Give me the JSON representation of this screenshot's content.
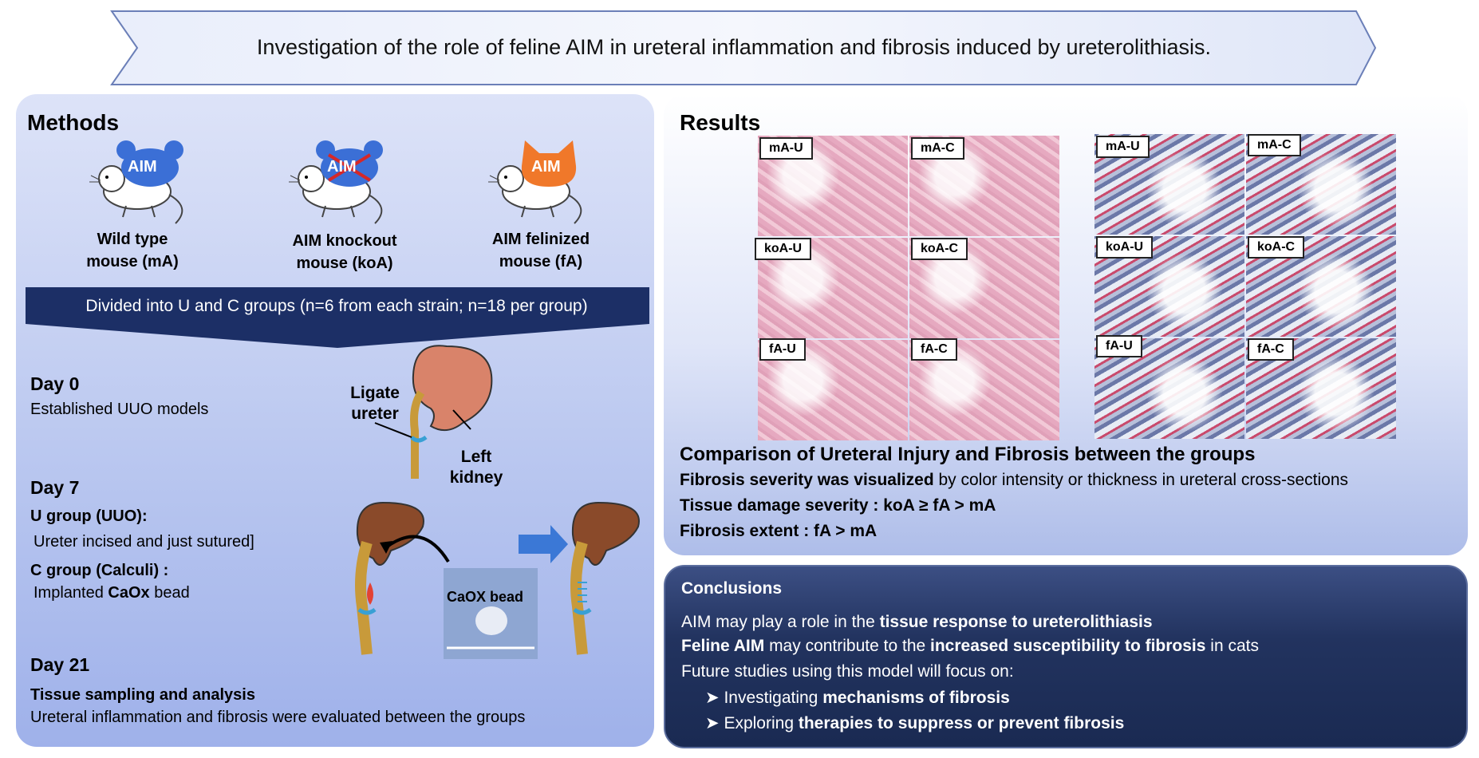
{
  "banner": {
    "title": "Investigation of the role of feline AIM in ureteral inflammation and fibrosis induced by ureterolithiasis."
  },
  "methods": {
    "title": "Methods",
    "mice": [
      {
        "badge": "AIM",
        "line1": "Wild type",
        "line2": "mouse (mA)",
        "color": "#3b6fd6"
      },
      {
        "badge": "AIM",
        "line1": "AIM knockout",
        "line2": "mouse (koA)",
        "color": "#3b6fd6"
      },
      {
        "badge": "AIM",
        "line1": "AIM felinized",
        "line2": "mouse (fA)",
        "color": "#f0782a"
      }
    ],
    "groups_text": "Divided into U and C groups (n=6 from each strain; n=18 per group)",
    "day0": {
      "title": "Day 0",
      "text": "Established UUO models"
    },
    "day7": {
      "title": "Day 7",
      "u_title": "U group (UUO):",
      "u_text": "Ureter incised and just sutured]",
      "c_title": "C group (Calculi) :",
      "c_text_pre": "Implanted ",
      "c_text_bold": "CaOx",
      "c_text_post": " bead"
    },
    "day21": {
      "title": "Day 21",
      "subtitle": "Tissue sampling and analysis",
      "text": "Ureteral inflammation and fibrosis were evaluated between the groups"
    },
    "diagram": {
      "ligate_line1": "Ligate",
      "ligate_line2": "ureter",
      "kidney_line1": "Left",
      "kidney_line2": "kidney",
      "bead_label": "CaOX bead"
    }
  },
  "results": {
    "title": "Results",
    "he_labels": [
      "mA-U",
      "mA-C",
      "koA-U",
      "koA-C",
      "fA-U",
      "fA-C"
    ],
    "tri_labels": [
      "mA-U",
      "mA-C",
      "koA-U",
      "koA-C",
      "fA-U",
      "fA-C"
    ],
    "comparison_title": "Comparison of Ureteral Injury and Fibrosis between the groups",
    "line1_bold": "Fibrosis severity was visualized",
    "line1_rest": " by color intensity or thickness in ureteral cross-sections",
    "line2": "Tissue damage severity : koA ≥ fA > mA",
    "line3": "Fibrosis extent : fA > mA"
  },
  "conclusions": {
    "title": "Conclusions",
    "l1_pre": "AIM may play a role in the ",
    "l1_bold": "tissue response to ureterolithiasis",
    "l2_bold1": "Feline AIM",
    "l2_mid": " may contribute to the ",
    "l2_bold2": "increased susceptibility to fibrosis",
    "l2_post": " in cats",
    "l3": "Future studies using this model will focus on:",
    "b1_pre": "Investigating ",
    "b1_bold": "mechanisms of fibrosis",
    "b2_pre": "Exploring ",
    "b2_bold": "therapies to suppress or prevent fibrosis",
    "bullet": "➤"
  }
}
